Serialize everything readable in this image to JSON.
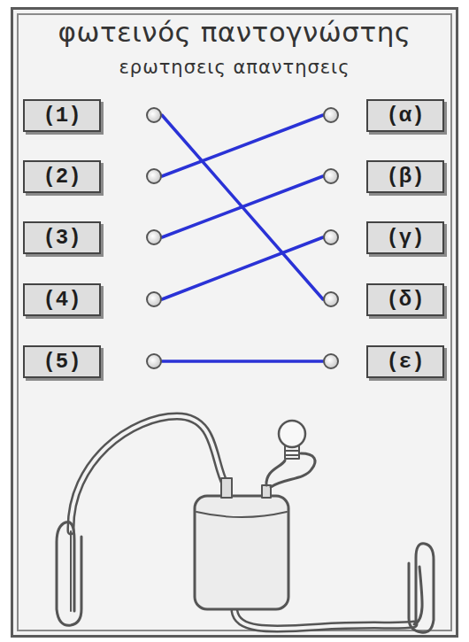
{
  "diagram": {
    "title": "φωτεινός παντογνώστης",
    "nodes": [
      {
        "text": [
          "(1)"
        ]
      },
      {
        "text": [
          "(α)"
        ]
      },
      {
        "text": [
          "(2)"
        ]
      },
      {
        "text": [
          "(β)"
        ]
      },
      {
        "text": [
          "(3)"
        ]
      },
      {
        "text": [
          "(γ)"
        ]
      },
      {
        "text": [
          "(4)"
        ]
      },
      {
        "text": [
          "(δ)"
        ]
      },
      {
        "text": [
          "(5)"
        ]
      },
      {
        "text": [
          "(ε)"
        ]
      }
    ],
    "edges": [
      {
        "from": 0,
        "to": 7,
        "arrow": "none"
      },
      {
        "from": 2,
        "to": 1,
        "arrow": "none"
      },
      {
        "from": 4,
        "to": 3,
        "arrow": "none"
      },
      {
        "from": 6,
        "to": 5,
        "arrow": "none"
      },
      {
        "from": 8,
        "to": 9,
        "arrow": "none"
      }
    ],
    "labels": [
      "ερωτησεις απαντησεις"
    ]
  }
}
